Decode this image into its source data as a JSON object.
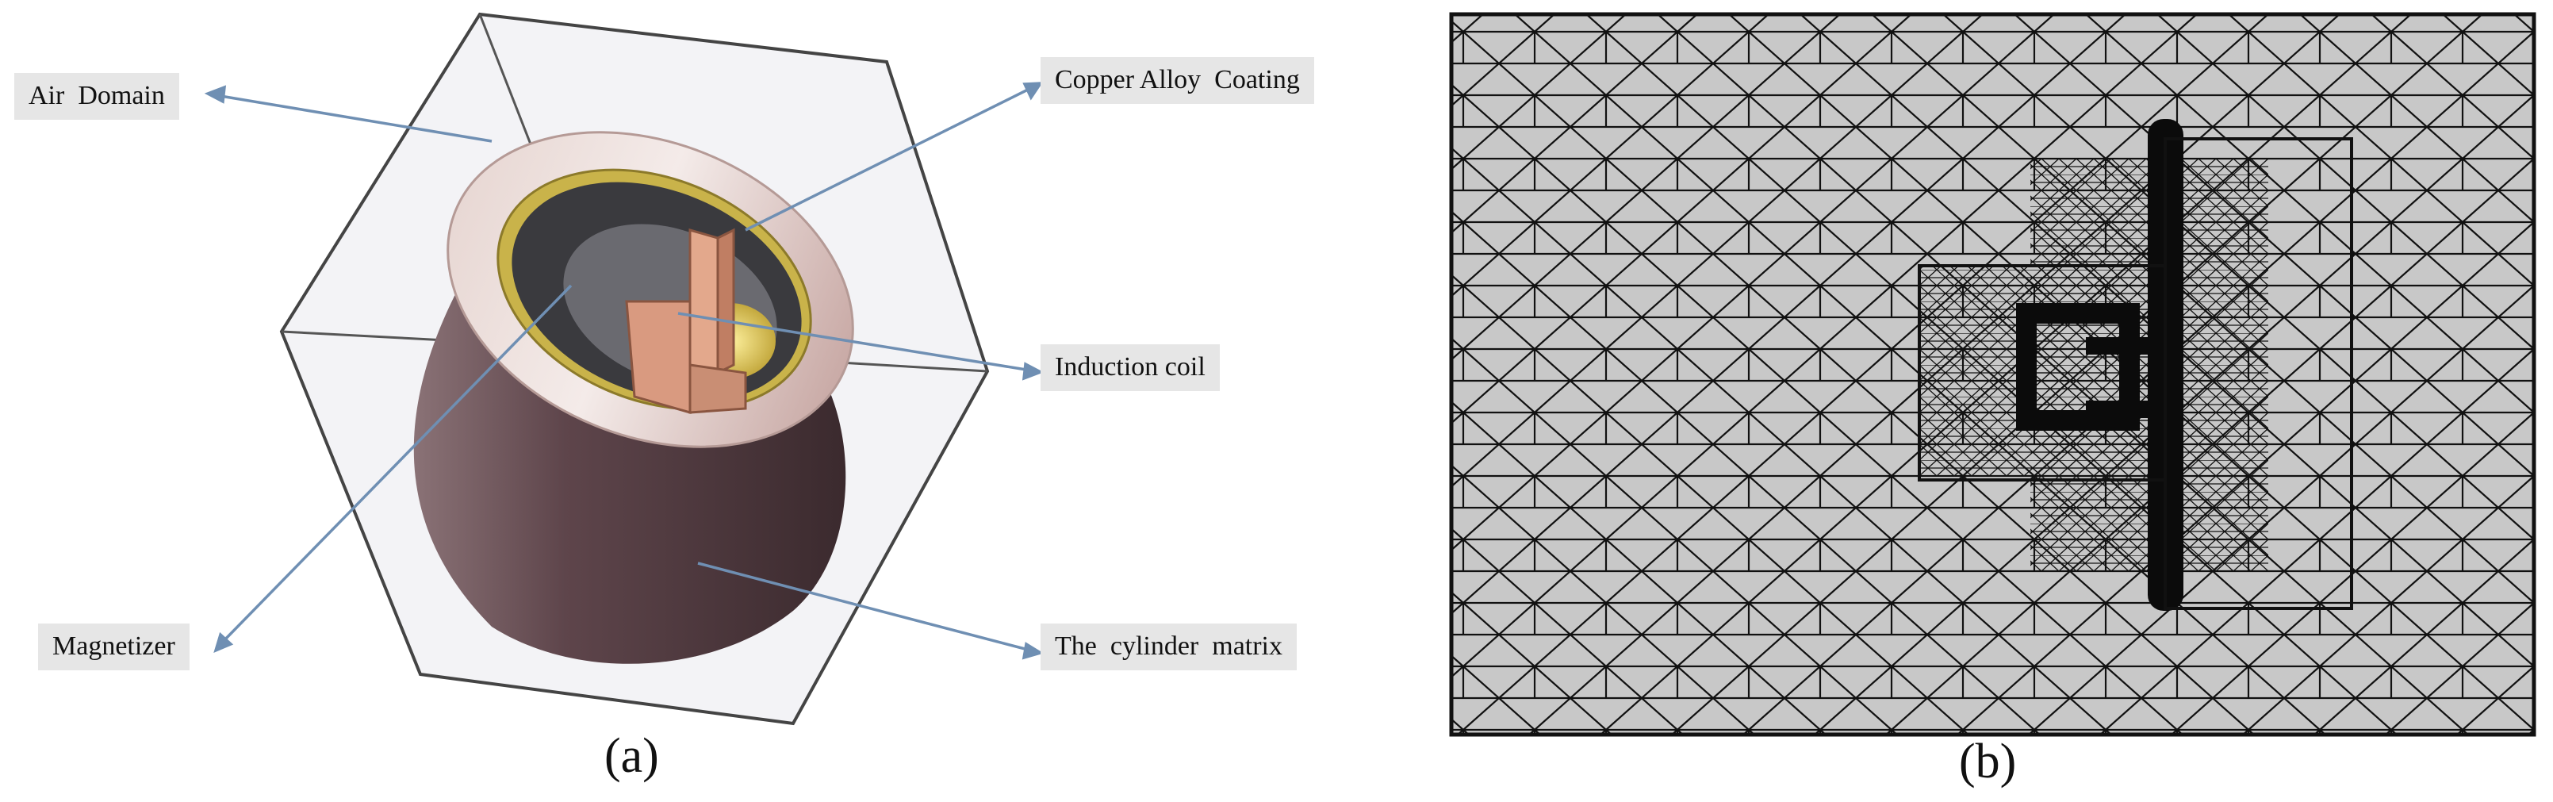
{
  "panel_a": {
    "caption": "(a)",
    "labels": {
      "air_domain": "Air  Domain",
      "copper_coating": "Copper Alloy  Coating",
      "induction_coil": "Induction coil",
      "magnetizer": "Magnetizer",
      "cylinder_matrix": "The  cylinder  matrix"
    },
    "colors": {
      "label_bg": "#e6e6e6",
      "leader_line": "#6f8fb3",
      "cylinder_shell": "#d9c2bd",
      "cylinder_body": "#5a4247",
      "coil": "#d99a80",
      "coating": "#c9b34a"
    }
  },
  "panel_b": {
    "caption": "(b)",
    "colors": {
      "mesh_bg": "#c8c8c8",
      "mesh_line": "#111111"
    }
  }
}
